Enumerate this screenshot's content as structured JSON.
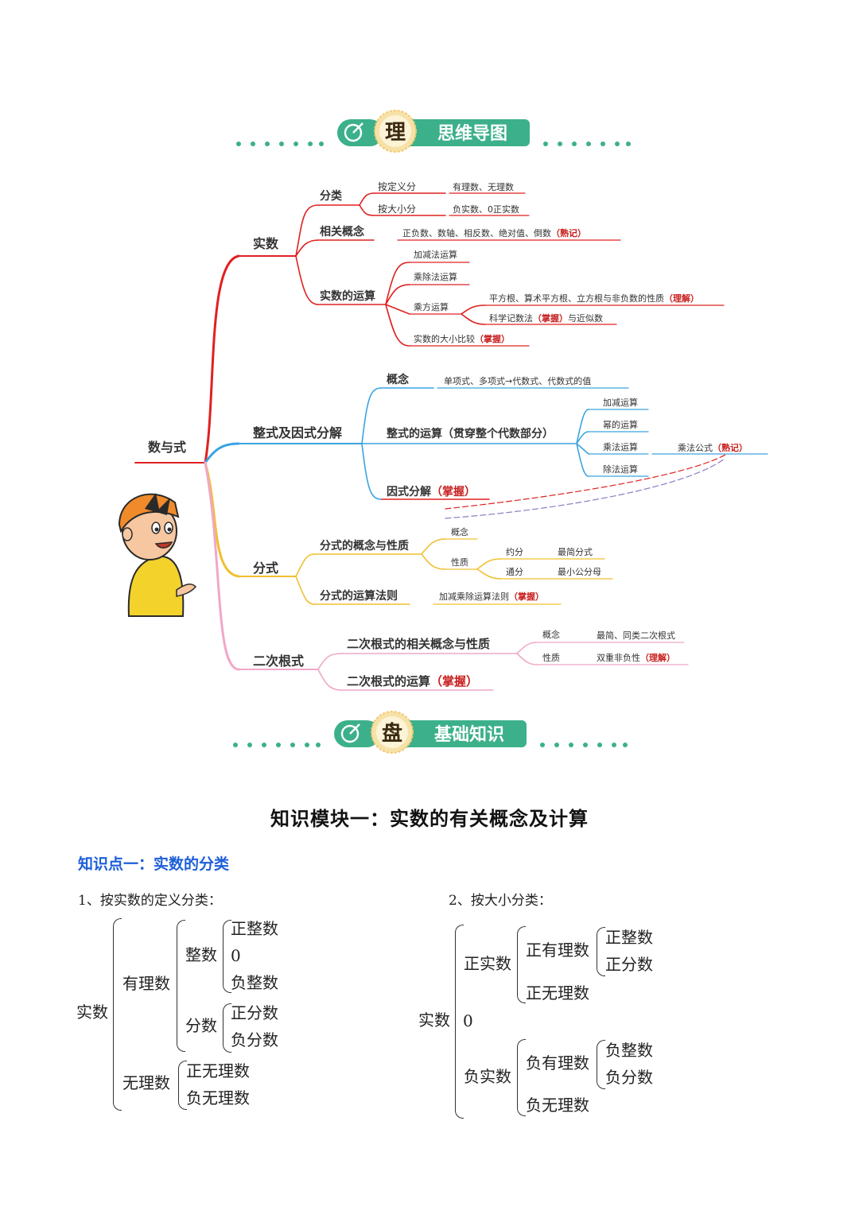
{
  "banner1": {
    "char": "理",
    "text": "思维导图"
  },
  "banner2": {
    "char": "盘",
    "text": "基础知识"
  },
  "mindmap": {
    "root": "数与式",
    "real": {
      "label": "实数",
      "classify": "分类",
      "by_def": "按定义分",
      "by_def_items": "有理数、无理数",
      "by_size": "按大小分",
      "by_size_items": "负实数、0正实数",
      "concepts": "相关概念",
      "concepts_items": "正负数、数轴、相反数、绝对值、倒数",
      "concepts_note": "（熟记）",
      "ops": "实数的运算",
      "op_add": "加减法运算",
      "op_mul": "乘除法运算",
      "op_pow": "乘方运算",
      "op_pow_a": "平方根、算术平方根、立方根与非负数的性质",
      "op_pow_a_note": "（理解）",
      "op_pow_b1": "科学记数法",
      "op_pow_b_note": "（掌握）",
      "op_pow_b2": "与近似数",
      "op_cmp": "实数的大小比较",
      "op_cmp_note": "（掌握）"
    },
    "poly": {
      "label": "整式及因式分解",
      "concept": "概念",
      "concept_items": "单项式、多项式→代数式、代数式的值",
      "ops": "整式的运算（贯穿整个代数部分）",
      "op_add": "加减运算",
      "op_pow": "幂的运算",
      "op_mul": "乘法运算",
      "op_div": "除法运算",
      "formula": "乘法公式",
      "formula_note": "（熟记）",
      "factor": "因式分解",
      "factor_note": "（掌握）"
    },
    "frac": {
      "label": "分式",
      "prop": "分式的概念与性质",
      "concept": "概念",
      "nature": "性质",
      "reduce": "约分",
      "reduce_res": "最简分式",
      "common": "通分",
      "common_res": "最小公分母",
      "rule": "分式的运算法则",
      "rule_items": "加减乘除运算法则",
      "rule_note": "（掌握）"
    },
    "radical": {
      "label": "二次根式",
      "prop": "二次根式的相关概念与性质",
      "concept": "概念",
      "concept_items": "最简、同类二次根式",
      "nature": "性质",
      "nature_items": "双重非负性",
      "nature_note": "（理解）",
      "ops": "二次根式的运算",
      "ops_note": "（掌握）"
    }
  },
  "module_title": "知识模块一：实数的有关概念及计算",
  "point_title": "知识点一：实数的分类",
  "class1": {
    "title": "1、按实数的定义分类：",
    "real": "实数",
    "rational": "有理数",
    "integer": "整数",
    "pos_int": "正整数",
    "zero": "0",
    "neg_int": "负整数",
    "fraction": "分数",
    "pos_frac": "正分数",
    "neg_frac": "负分数",
    "irrational": "无理数",
    "pos_irr": "正无理数",
    "neg_irr": "负无理数"
  },
  "class2": {
    "title": "2、按大小分类：",
    "real": "实数",
    "positive": "正实数",
    "pos_rat": "正有理数",
    "pos_int": "正整数",
    "pos_frac": "正分数",
    "pos_irr": "正无理数",
    "zero": "0",
    "negative": "负实数",
    "neg_rat": "负有理数",
    "neg_int": "负整数",
    "neg_frac": "负分数",
    "neg_irr": "负无理数"
  },
  "colors": {
    "real": "#e02020",
    "poly": "#3aa3e0",
    "frac": "#f0c030",
    "radical": "#f0a8c8",
    "banner": "#3cb08a",
    "note": "#c81e1e",
    "heading": "#1d5fd8"
  }
}
